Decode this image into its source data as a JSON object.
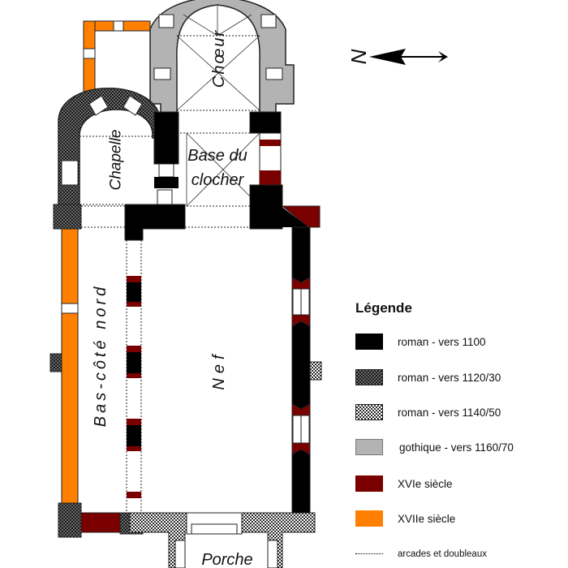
{
  "north_symbol": "N",
  "rooms": {
    "choeur": "Chœur",
    "chapelle": "Chapelle",
    "base_line1": "Base du",
    "base_line2": "clocher",
    "nef": "Nef",
    "bas_cote": "Bas-côté nord",
    "porche": "Porche"
  },
  "legend": {
    "title": "Légende",
    "items": [
      {
        "label": "roman - vers 1100",
        "color": "#000000",
        "pattern": "solid"
      },
      {
        "label": "roman - vers 1120/30",
        "color": "#333333",
        "pattern": "dense-check"
      },
      {
        "label": "roman - vers 1140/50",
        "color": "#555555",
        "pattern": "check"
      },
      {
        "label": "gothique - vers 1160/70",
        "color": "#b3b3b3",
        "pattern": "solid"
      },
      {
        "label": "XVIe siècle",
        "color": "#7a0000",
        "pattern": "solid"
      },
      {
        "label": "XVIIe siècle",
        "color": "#ff7f00",
        "pattern": "solid"
      },
      {
        "label": "arcades et doubleaux",
        "color": "#000000",
        "pattern": "dotted-line"
      }
    ]
  }
}
